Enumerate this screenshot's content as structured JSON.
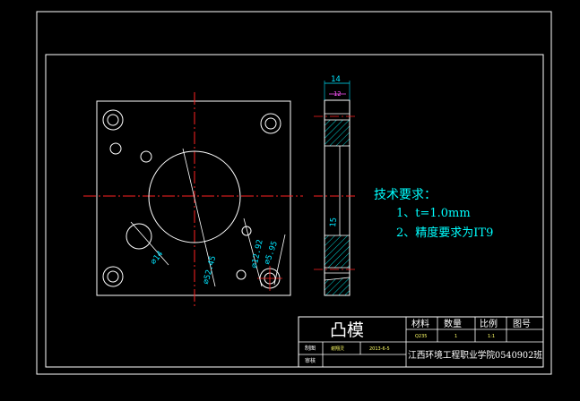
{
  "dimensions": {
    "width": "14",
    "inner": "12",
    "small": "15",
    "dia_hole": "⌀14",
    "dia_center": "⌀52.45",
    "dia_a": "⌀12.92",
    "dia_b": "⌀5.95"
  },
  "notes": {
    "title": "技术要求：",
    "items": [
      "1、t=1.0mm",
      "2、精度要求为IT9"
    ]
  },
  "title_block": {
    "part_name": "凸模",
    "headers": [
      "材料",
      "数量",
      "比例",
      "图号"
    ],
    "values": [
      "Q235",
      "1",
      "1:1",
      ""
    ],
    "design_label": "制图",
    "designer": "谢翔灵",
    "date": "2013-6-5",
    "review_label": "审核",
    "school": "江西环境工程职业学院0540902班"
  },
  "colors": {
    "background": "#000000",
    "outline": "#ffffff",
    "centerline": "#ff2222",
    "dimension": "#00e5ff",
    "hatch": "#00d4d4"
  }
}
